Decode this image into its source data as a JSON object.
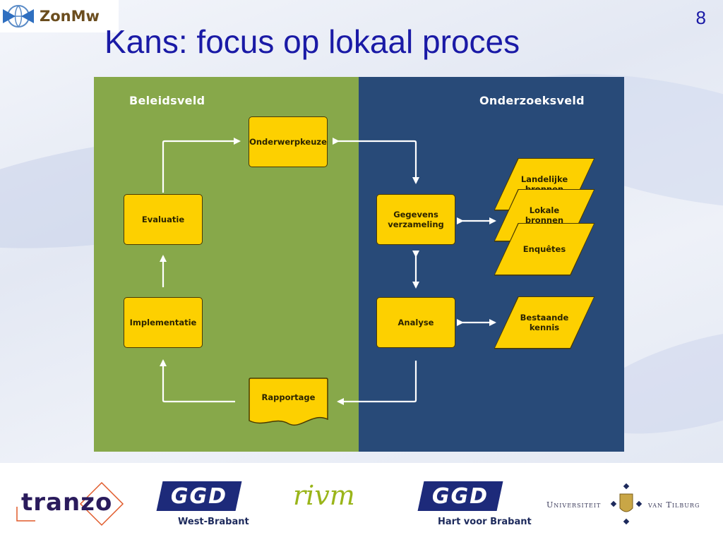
{
  "header": {
    "logo_text": "ZonMw",
    "page_number": "8",
    "title": "Kans: focus op lokaal proces"
  },
  "diagram": {
    "left_label": "Beleidsveld",
    "right_label": "Onderzoeksveld",
    "nodes": {
      "onderwerpkeuze": "Onderwerpkeuze",
      "evaluatie": "Evaluatie",
      "implementatie": "Implementatie",
      "rapportage": "Rapportage",
      "gegevens_line1": "Gegevens",
      "gegevens_line2": "verzameling",
      "analyse": "Analyse",
      "landelijke_line1": "Landelijke",
      "landelijke_line2": "bronnen",
      "lokale_line1": "Lokale",
      "lokale_line2": "bronnen",
      "enquetes": "Enquêtes",
      "bestaande_line1": "Bestaande",
      "bestaande_line2": "kennis"
    }
  },
  "footer": {
    "tranzo": "tranzo",
    "ggd1_letters": "GGD",
    "ggd1_sub": "West-Brabant",
    "rivm": "rivm",
    "ggd2_letters": "GGD",
    "ggd2_sub": "Hart voor Brabant",
    "uvt_left": "Universiteit",
    "uvt_right": "van Tilburg"
  },
  "colors": {
    "title": "#1a1aa6",
    "policy_panel": "#87a84a",
    "research_panel": "#284a78",
    "node_fill": "#fdd000"
  }
}
